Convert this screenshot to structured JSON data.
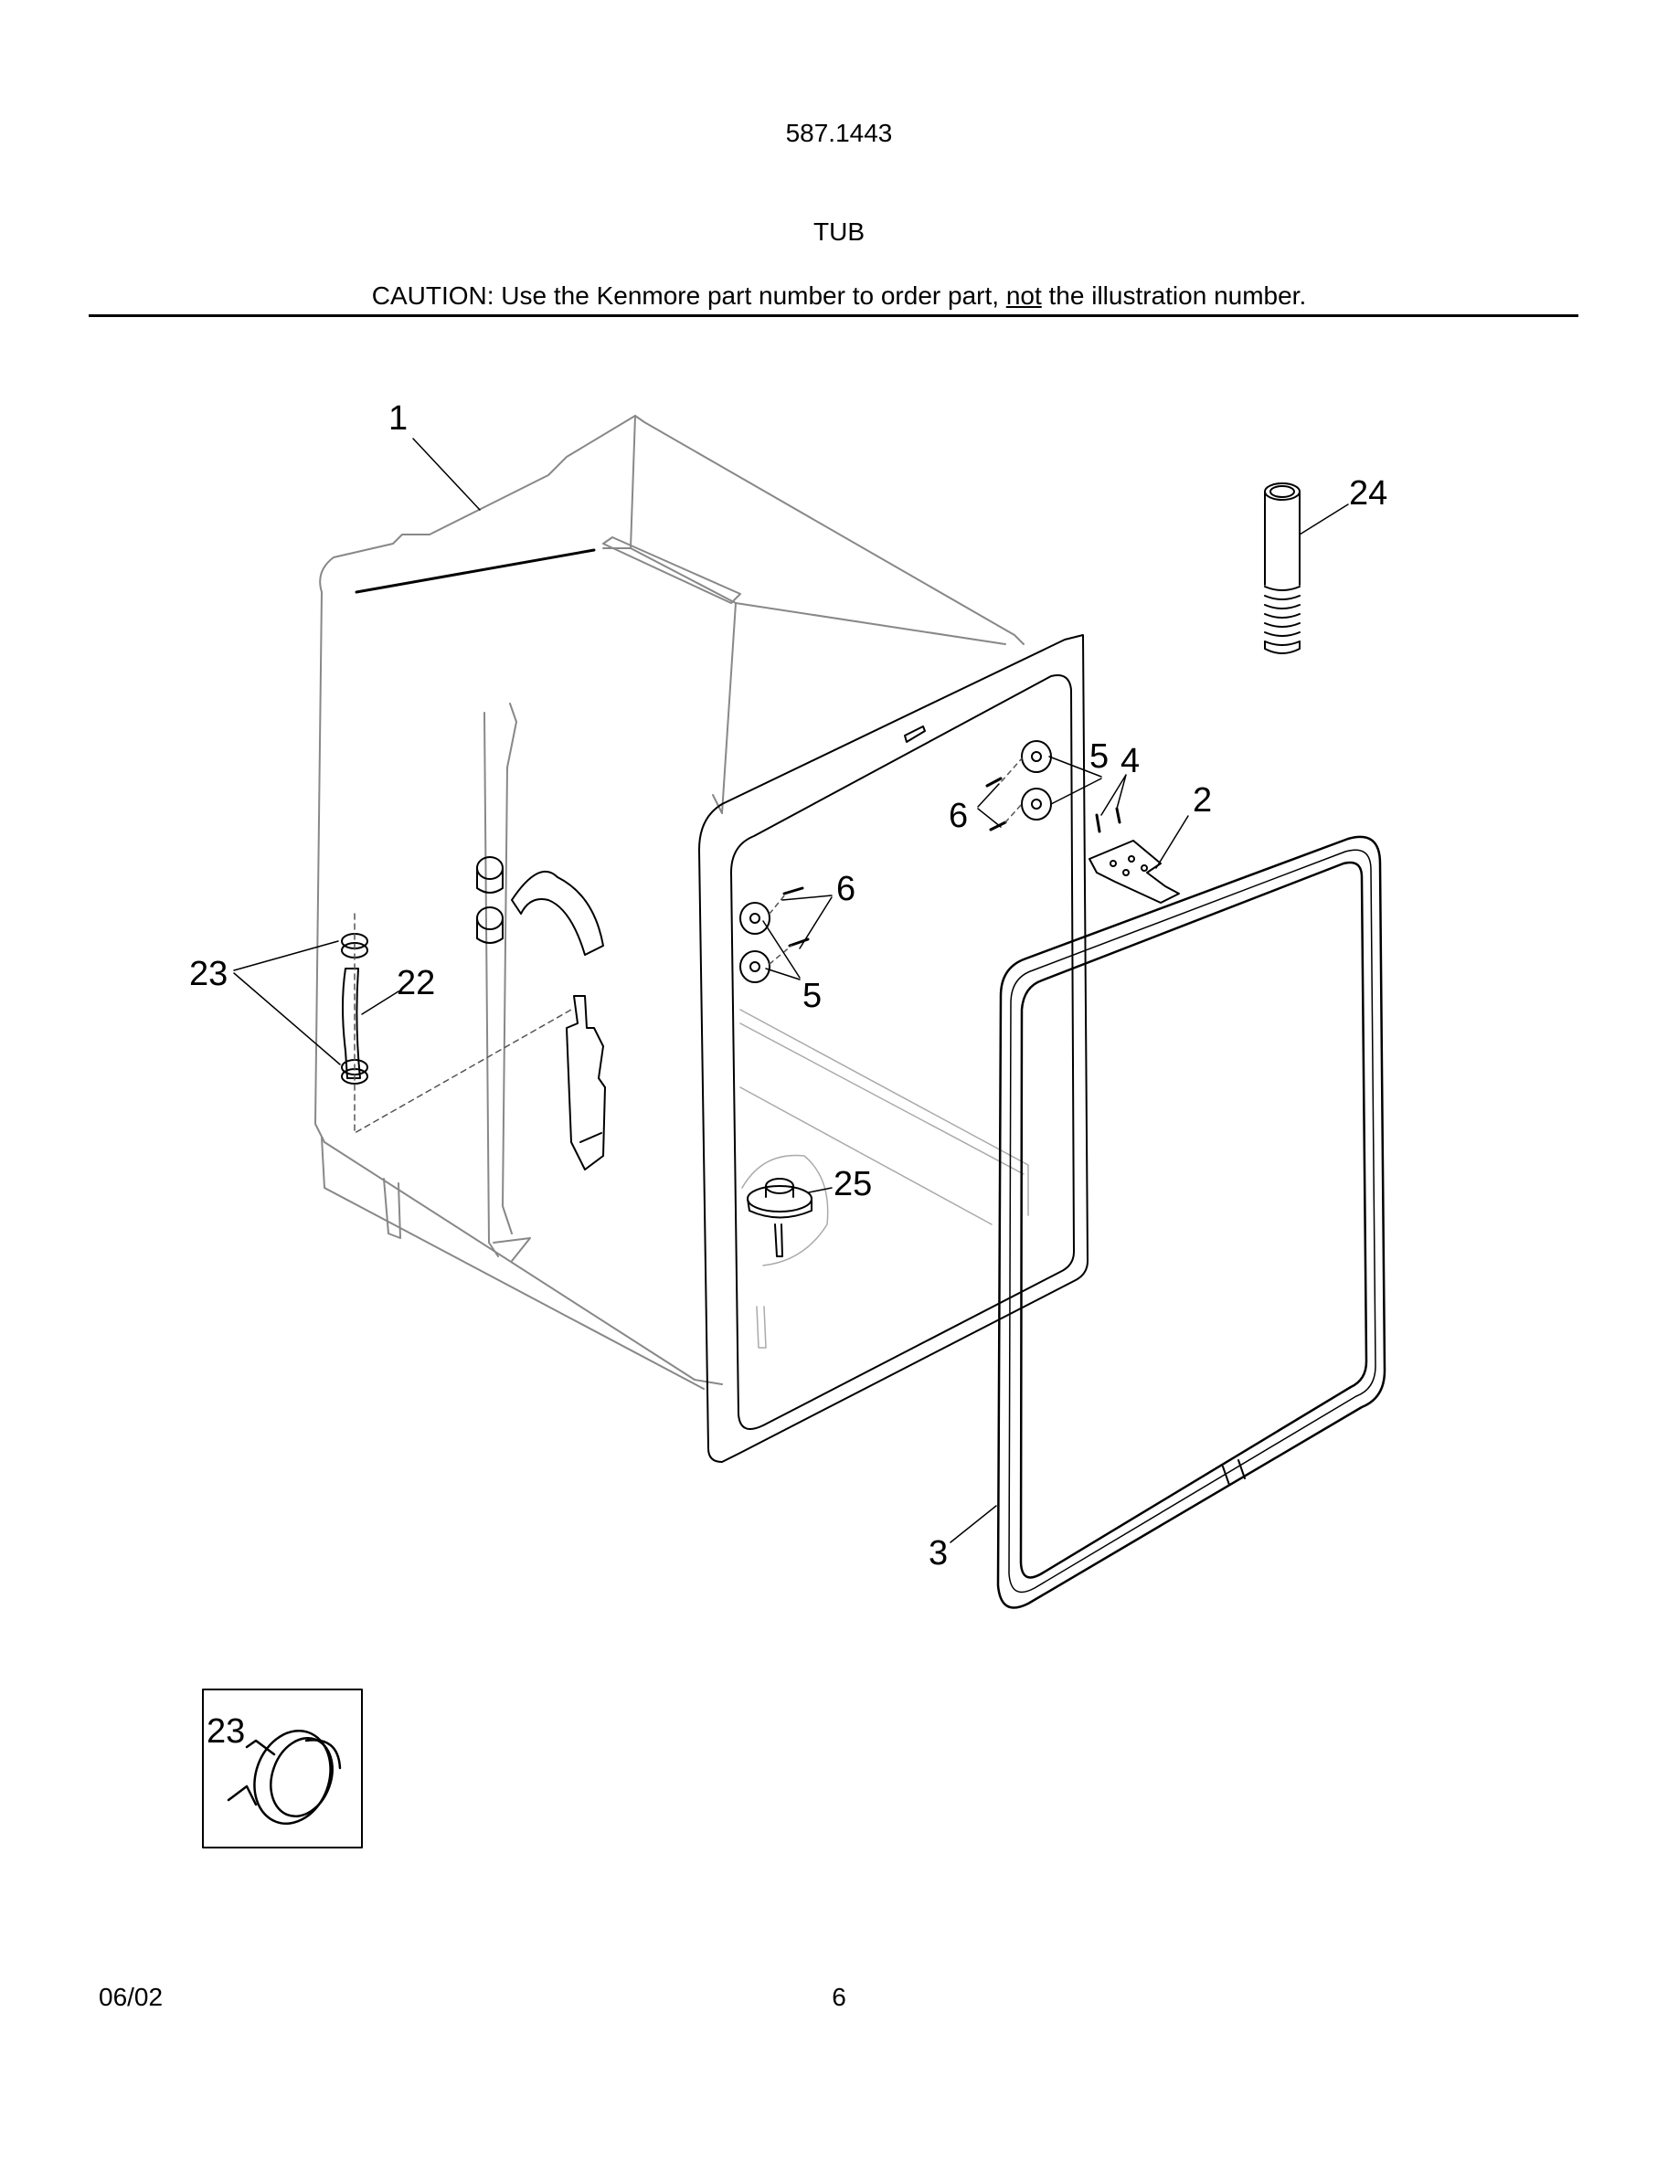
{
  "header": {
    "model_number": "587.1443",
    "section_title": "TUB",
    "caution_prefix": "CAUTION: Use the Kenmore part number to order part, ",
    "caution_emphasis": "not",
    "caution_suffix": " the illustration number."
  },
  "callouts": {
    "c1": "1",
    "c2": "2",
    "c3": "3",
    "c4": "4",
    "c5a": "5",
    "c5b": "5",
    "c6a": "6",
    "c6b": "6",
    "c22": "22",
    "c23a": "23",
    "c23b": "23",
    "c24": "24",
    "c25": "25"
  },
  "footer": {
    "date": "06/02",
    "page": "6"
  }
}
